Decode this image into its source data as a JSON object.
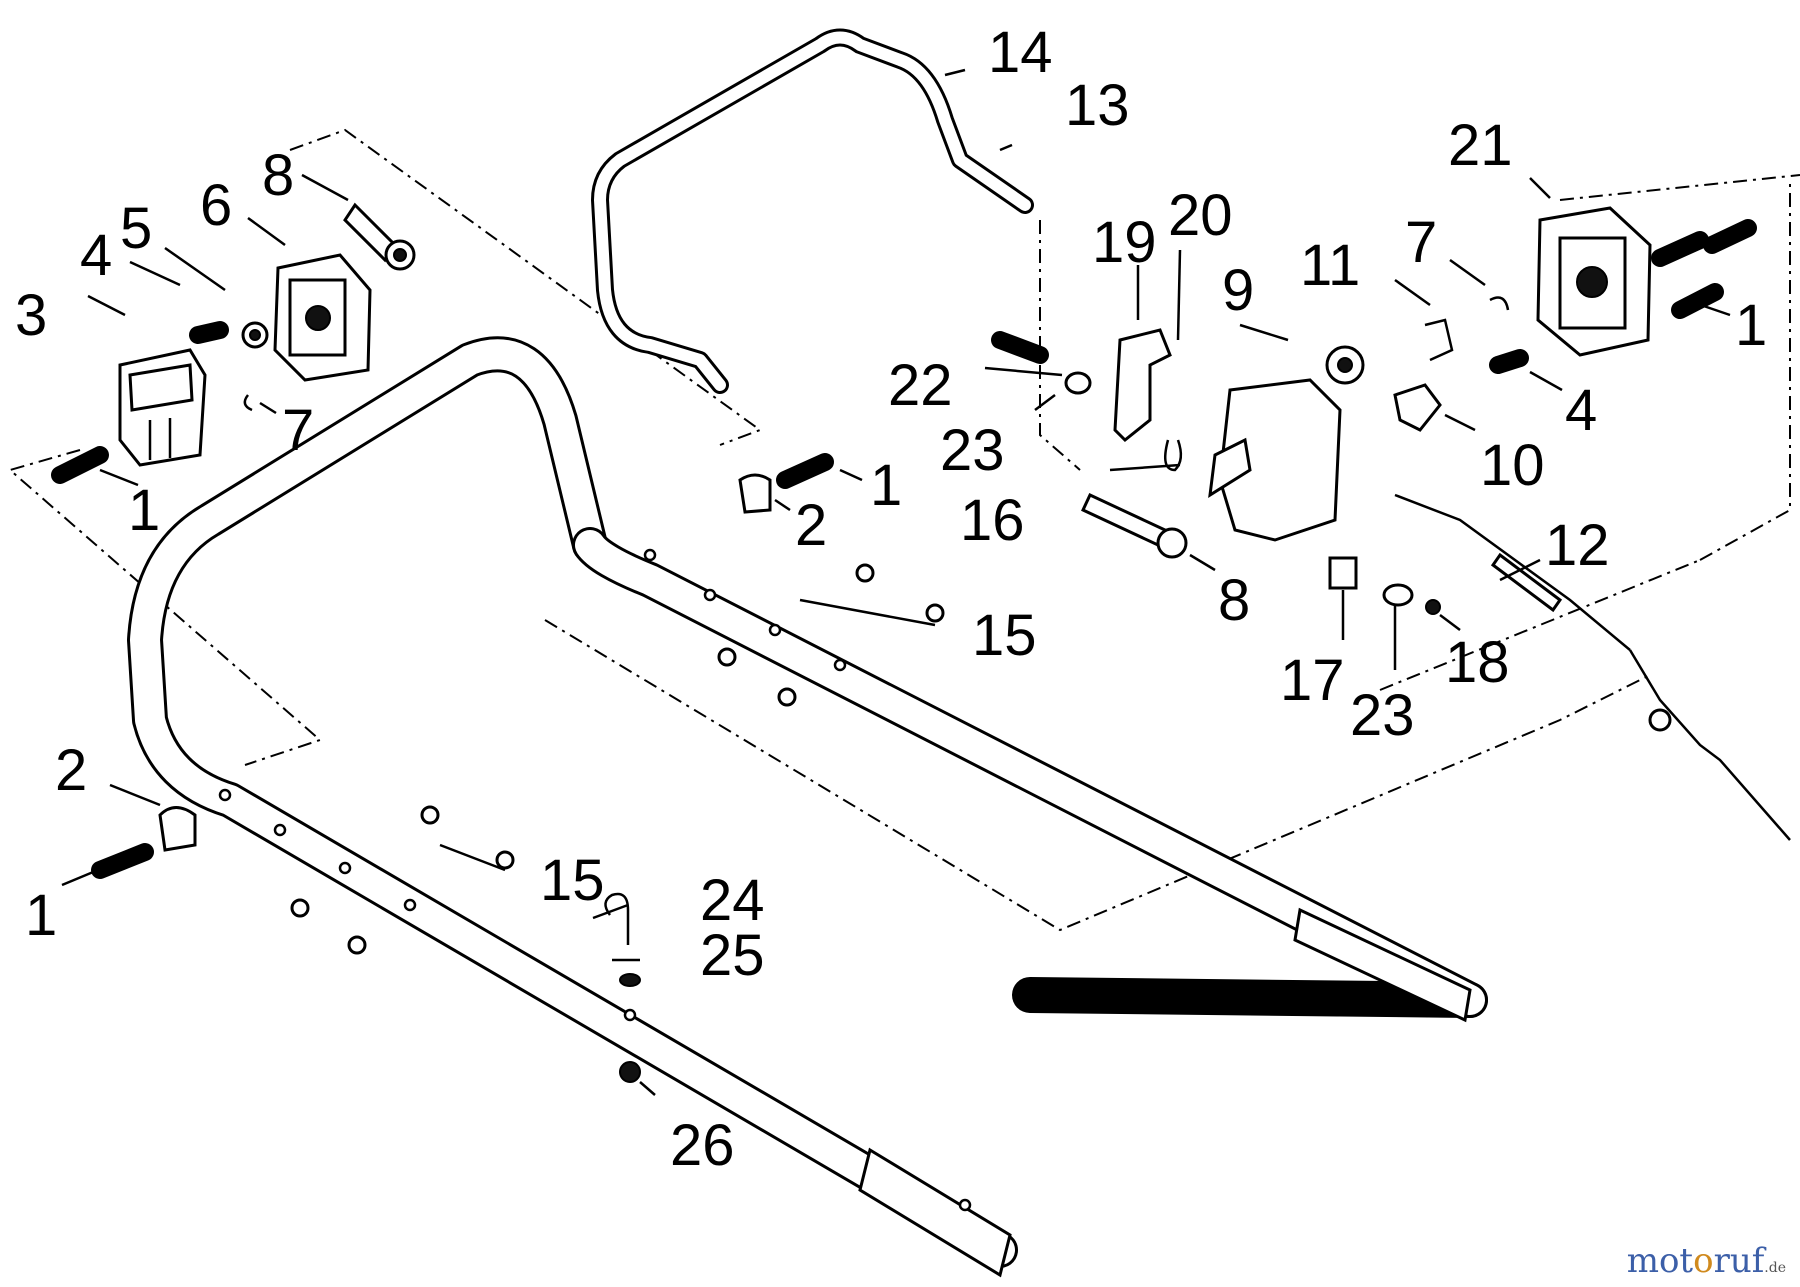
{
  "diagram": {
    "callouts": [
      {
        "id": "c1a",
        "label": "1"
      },
      {
        "id": "c1b",
        "label": "1"
      },
      {
        "id": "c1c",
        "label": "1"
      },
      {
        "id": "c1d",
        "label": "1"
      },
      {
        "id": "c2a",
        "label": "2"
      },
      {
        "id": "c2b",
        "label": "2"
      },
      {
        "id": "c3",
        "label": "3"
      },
      {
        "id": "c4a",
        "label": "4"
      },
      {
        "id": "c4b",
        "label": "4"
      },
      {
        "id": "c5",
        "label": "5"
      },
      {
        "id": "c6",
        "label": "6"
      },
      {
        "id": "c7a",
        "label": "7"
      },
      {
        "id": "c7b",
        "label": "7"
      },
      {
        "id": "c8a",
        "label": "8"
      },
      {
        "id": "c8b",
        "label": "8"
      },
      {
        "id": "c9",
        "label": "9"
      },
      {
        "id": "c10",
        "label": "10"
      },
      {
        "id": "c11",
        "label": "11"
      },
      {
        "id": "c12",
        "label": "12"
      },
      {
        "id": "c13",
        "label": "13"
      },
      {
        "id": "c14",
        "label": "14"
      },
      {
        "id": "c15a",
        "label": "15"
      },
      {
        "id": "c15b",
        "label": "15"
      },
      {
        "id": "c16",
        "label": "16"
      },
      {
        "id": "c17",
        "label": "17"
      },
      {
        "id": "c18",
        "label": "18"
      },
      {
        "id": "c19",
        "label": "19"
      },
      {
        "id": "c20",
        "label": "20"
      },
      {
        "id": "c21",
        "label": "21"
      },
      {
        "id": "c22",
        "label": "22"
      },
      {
        "id": "c23a",
        "label": "23"
      },
      {
        "id": "c23b",
        "label": "23"
      },
      {
        "id": "c24",
        "label": "24"
      },
      {
        "id": "c25",
        "label": "25"
      },
      {
        "id": "c26",
        "label": "26"
      }
    ]
  },
  "watermark": {
    "part_a": "mot",
    "part_b": "o",
    "part_c": "ruf",
    "part_d": ".de"
  },
  "colors": {
    "line": "#000000",
    "background": "#ffffff",
    "watermark_blue": "#3c5fa8",
    "watermark_orange": "#d08a1e"
  }
}
